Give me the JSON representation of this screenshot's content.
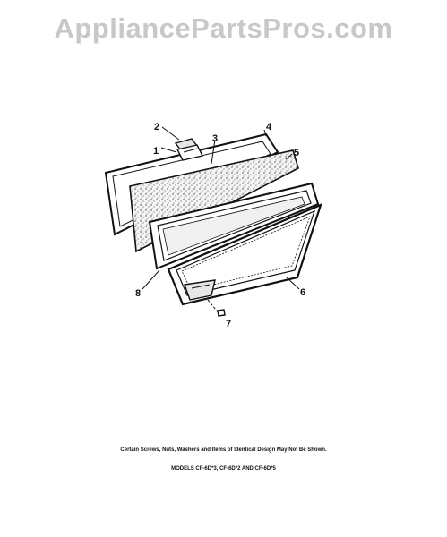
{
  "watermark": {
    "text": "AppliancePartsPros.com"
  },
  "callouts": [
    "1",
    "2",
    "3",
    "4",
    "5",
    "6",
    "7",
    "8"
  ],
  "footer": {
    "note": "Certain Screws, Nuts, Washers and Items of Identical Design May Not Be Shown.",
    "models": "MODELS CF-6D*3, CF-6D*2 AND CF-6D*5"
  },
  "colors": {
    "ink": "#111111",
    "watermark": "#c8c8c8",
    "fill": "#e6e6e6"
  }
}
